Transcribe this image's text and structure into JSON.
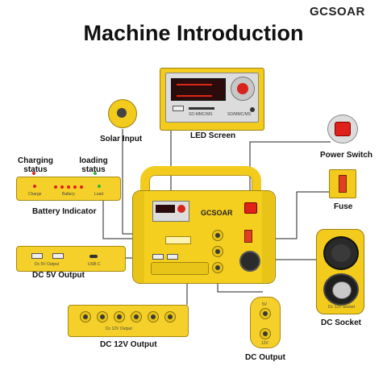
{
  "brand": "GCSOAR",
  "title": "Machine Introduction",
  "led_screen": {
    "label": "LED Screen",
    "sd_label": "SD-MMC/MS",
    "port_label": "SD/MMC/MS"
  },
  "labels": {
    "solar_input": "Solar Input",
    "power_switch": "Power Switch",
    "fuse": "Fuse",
    "charging_status": "Charging status",
    "loading_status": "loading status",
    "battery_indicator": "Battery Indicator",
    "dc5v_output": "DC 5V Output",
    "dc12v_output": "DC 12V Output",
    "dc_output": "DC Output",
    "dc_socket": "DC Socket"
  },
  "battery_panel": {
    "charge": "Charge",
    "battery": "Battery",
    "load": "Load"
  },
  "usb_panel": {
    "dc5v_output": "Dc 5V Output",
    "usb_c": "USB-C"
  },
  "dc12v_panel": {
    "dc12v_output": "Dc 12V Output",
    "jack_count": 6
  },
  "dc_output_panel": {
    "top": "5V",
    "bottom": "12V"
  },
  "dc_socket_panel": {
    "label": "Dc 12V Socket"
  },
  "device_brand": "GCSOAR",
  "colors": {
    "yellow": "#f3cb1c",
    "red": "#e0201a",
    "green": "#2fb52f"
  }
}
